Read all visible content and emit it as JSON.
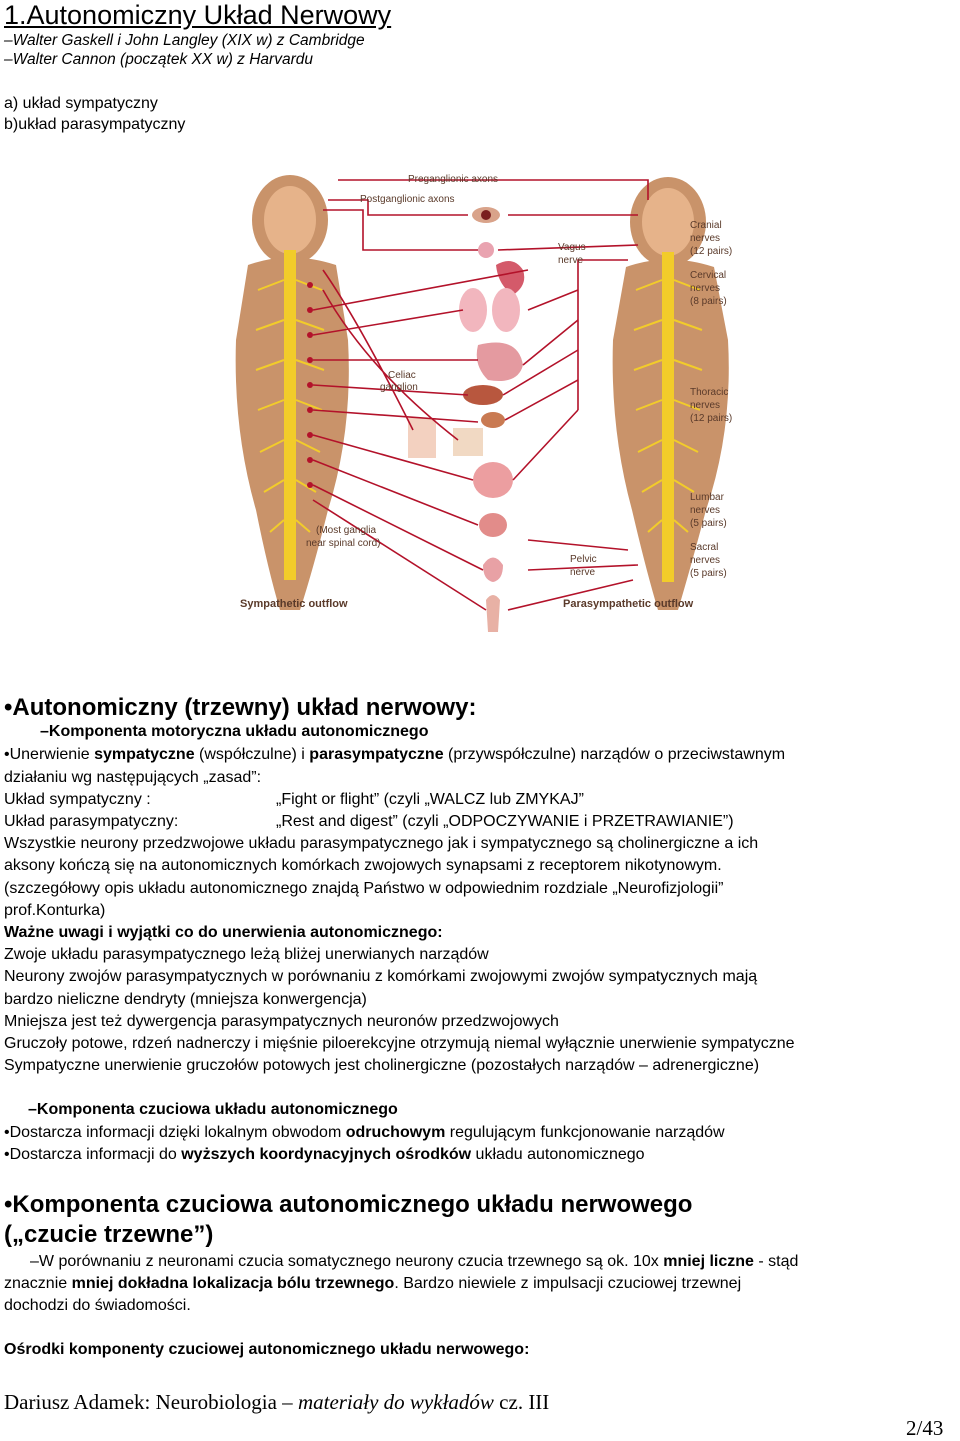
{
  "header": {
    "title": "1.Autonomiczny Układ Nerwowy",
    "names": [
      "–Walter Gaskell i John Langley (XIX w) z Cambridge",
      "–Walter Cannon (początek XX w) z Harvardu"
    ],
    "list": [
      "a) układ sympatyczny",
      "b)układ parasympatyczny"
    ]
  },
  "figure": {
    "labels": {
      "preganglionic": "Preganglionic axons",
      "postganglionic": "Postganglionic axons",
      "vagus": [
        "Vagus",
        "nerve"
      ],
      "celiac": [
        "Celiac",
        "ganglion"
      ],
      "most_ganglia": [
        "(Most ganglia",
        "near spinal cord)"
      ],
      "pelvic": [
        "Pelvic",
        "nerve"
      ],
      "cranial": [
        "Cranial",
        "nerves",
        "(12 pairs)"
      ],
      "cervical": [
        "Cervical",
        "nerves",
        "(8 pairs)"
      ],
      "thoracic": [
        "Thoracic",
        "nerves",
        "(12 pairs)"
      ],
      "lumbar": [
        "Lumbar",
        "nerves",
        "(5 pairs)"
      ],
      "sacral": [
        "Sacral",
        "nerves",
        "(5 pairs)"
      ],
      "sympathetic_outflow": "Sympathetic outflow",
      "parasympathetic_outflow": "Parasympathetic outflow"
    },
    "colors": {
      "nerve_red": "#b3122a",
      "spine_yellow": "#f2cc2a",
      "body_tan": "#c9936a"
    }
  },
  "section1": {
    "heading": "•Autonomiczny (trzewny) układ nerwowy:",
    "sub": "–Komponenta motoryczna układu autonomicznego",
    "l1": [
      "•Unerwienie ",
      "sympatyczne",
      " (współczulne) i ",
      "parasympatyczne",
      " (przywspółczulne) narządów o przeciwstawnym"
    ],
    "l2": "działaniu wg następujących „zasad”:",
    "l3a": "Układ sympatyczny :",
    "l3b": "„Fight or flight” (czyli „WALCZ lub ZMYKAJ”",
    "l4a": "Układ parasympatyczny:",
    "l4b": "„Rest and digest” (czyli „ODPOCZYWANIE i PRZETRAWIANIE”)",
    "l5": "Wszystkie neurony przedzwojowe układu parasympatycznego jak i sympatycznego są cholinergiczne a ich",
    "l6": "aksony kończą się na autonomicznych komórkach zwojowych synapsami z receptorem nikotynowym.",
    "l7": "(szczegółowy opis układu autonomicznego znajdą Państwo w odpowiednim rozdziale „Neurofizjologii”",
    "l8": "prof.Konturka)",
    "l9": "Ważne uwagi i wyjątki co do unerwienia autonomicznego:",
    "l10": "Zwoje układu parasympatycznego leżą bliżej unerwianych narządów",
    "l11": "Neurony zwojów parasympatycznych w porównaniu z komórkami zwojowymi zwojów sympatycznych mają",
    "l12": "bardzo nieliczne dendryty (mniejsza konwergencja)",
    "l13": "Mniejsza jest też dywergencja parasympatycznych neuronów przedzwojowych",
    "l14": "Gruczoły potowe, rdzeń nadnerczy i mięśnie piloerekcyjne otrzymują niemal wyłącznie unerwienie sympatyczne",
    "l15": "Sympatyczne unerwienie gruczołów potowych jest cholinergiczne (pozostałych narządów – adrenergiczne)"
  },
  "section2": {
    "sub": "–Komponenta czuciowa układu autonomicznego",
    "l1": [
      "•Dostarcza informacji dzięki lokalnym obwodom ",
      "odruchowym",
      " regulującym funkcjonowanie narządów"
    ],
    "l2": [
      "•Dostarcza informacji do ",
      "wyższych koordynacyjnych ośrodków",
      " układu autonomicznego"
    ]
  },
  "section3": {
    "heading1": "•Komponenta czuciowa autonomicznego układu nerwowego",
    "heading2": "(„czucie trzewne”)",
    "l1": [
      "–W porównaniu z neuronami czucia somatycznego neurony czucia trzewnego są ok. 10x ",
      "mniej liczne",
      " - stąd"
    ],
    "l2": [
      "znacznie ",
      "mniej dokładna lokalizacja bólu trzewnego",
      ". Bardzo niewiele z impulsacji czuciowej trzewnej"
    ],
    "l3": "dochodzi do świadomości.",
    "l4": "Ośrodki komponenty czuciowej autonomicznego układu nerwowego:"
  },
  "footer": {
    "author": "Dariusz Adamek: Neurobiologia – ",
    "italic": "materiały do wykładów",
    "rest": " cz. III",
    "page": "2/43"
  }
}
